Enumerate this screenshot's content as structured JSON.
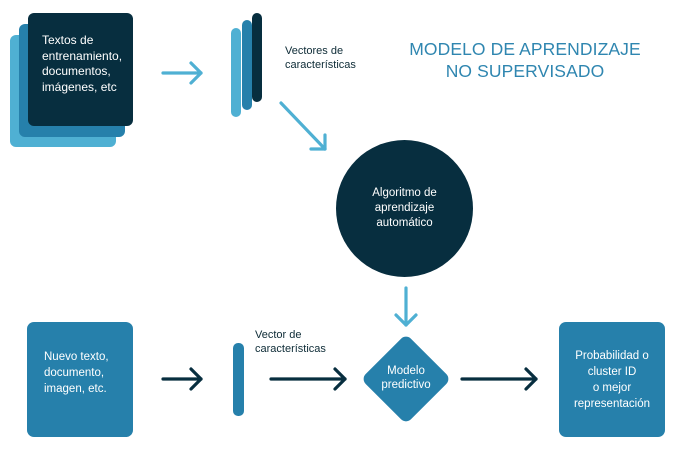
{
  "title": {
    "line1": "MODELO DE APRENDIZAJE",
    "line2": "NO SUPERVISADO"
  },
  "training": {
    "input_lines": [
      "Textos de",
      "entrenamiento,",
      "documentos,",
      "imágenes, etc"
    ],
    "vectors_label_lines": [
      "Vectores de",
      "características"
    ],
    "algorithm_lines": [
      "Algoritmo de",
      "aprendizaje",
      "automático"
    ]
  },
  "prediction": {
    "input_lines": [
      "Nuevo texto,",
      "documento,",
      "imagen, etc."
    ],
    "vector_label_lines": [
      "Vector de",
      "características"
    ],
    "model_lines": [
      "Modelo",
      "predictivo"
    ],
    "output_lines": [
      "Probabilidad o",
      "cluster ID",
      "o mejor",
      "representación"
    ]
  },
  "colors": {
    "dark_navy": "#072e3f",
    "mid_blue": "#2680ab",
    "light_blue": "#4fb0d3",
    "title_blue": "#2f86b0"
  }
}
